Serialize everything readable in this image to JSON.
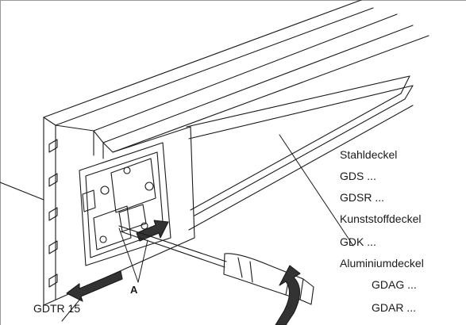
{
  "labels": {
    "stahldeckel": "Stahldeckel",
    "gds": "GDS ...",
    "gdsr": "GDSR ...",
    "kunststoffdeckel": "Kunststoffdeckel",
    "gdk": "GDK ...",
    "aluminiumdeckel": "Aluminiumdeckel",
    "gdag": "GDAG ...",
    "gdar": "GDAR ...",
    "gdtr": "GDTR 15",
    "marker_a": "A"
  },
  "colors": {
    "line": "#1a1a1a",
    "arrow_fill": "#333333",
    "frame": "#999999"
  }
}
